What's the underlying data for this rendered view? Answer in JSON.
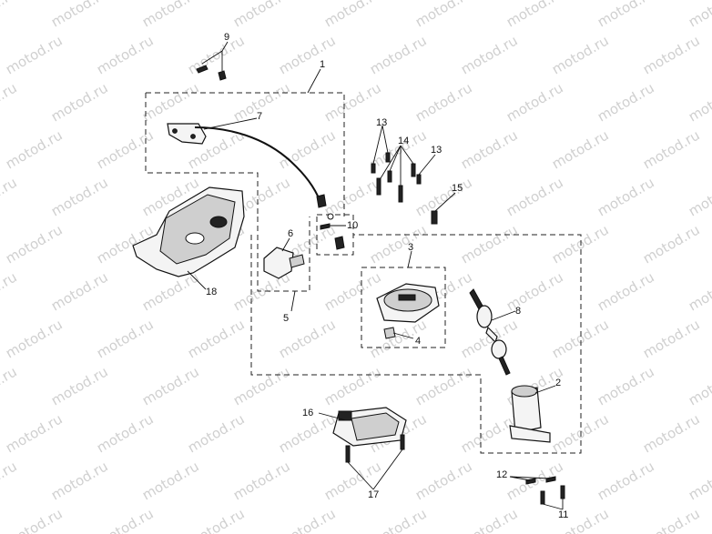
{
  "watermark": "motod.ru",
  "callouts": [
    {
      "id": "c1",
      "label": "1"
    },
    {
      "id": "c2",
      "label": "2"
    },
    {
      "id": "c3",
      "label": "3"
    },
    {
      "id": "c4",
      "label": "4"
    },
    {
      "id": "c5",
      "label": "5"
    },
    {
      "id": "c6",
      "label": "6"
    },
    {
      "id": "c7",
      "label": "7"
    },
    {
      "id": "c8",
      "label": "8"
    },
    {
      "id": "c9",
      "label": "9"
    },
    {
      "id": "c10",
      "label": "10"
    },
    {
      "id": "c11",
      "label": "11"
    },
    {
      "id": "c12",
      "label": "12"
    },
    {
      "id": "c13a",
      "label": "13"
    },
    {
      "id": "c13b",
      "label": "13"
    },
    {
      "id": "c14",
      "label": "14"
    },
    {
      "id": "c15",
      "label": "15"
    },
    {
      "id": "c16",
      "label": "16"
    },
    {
      "id": "c17",
      "label": "17"
    },
    {
      "id": "c18",
      "label": "18"
    }
  ]
}
